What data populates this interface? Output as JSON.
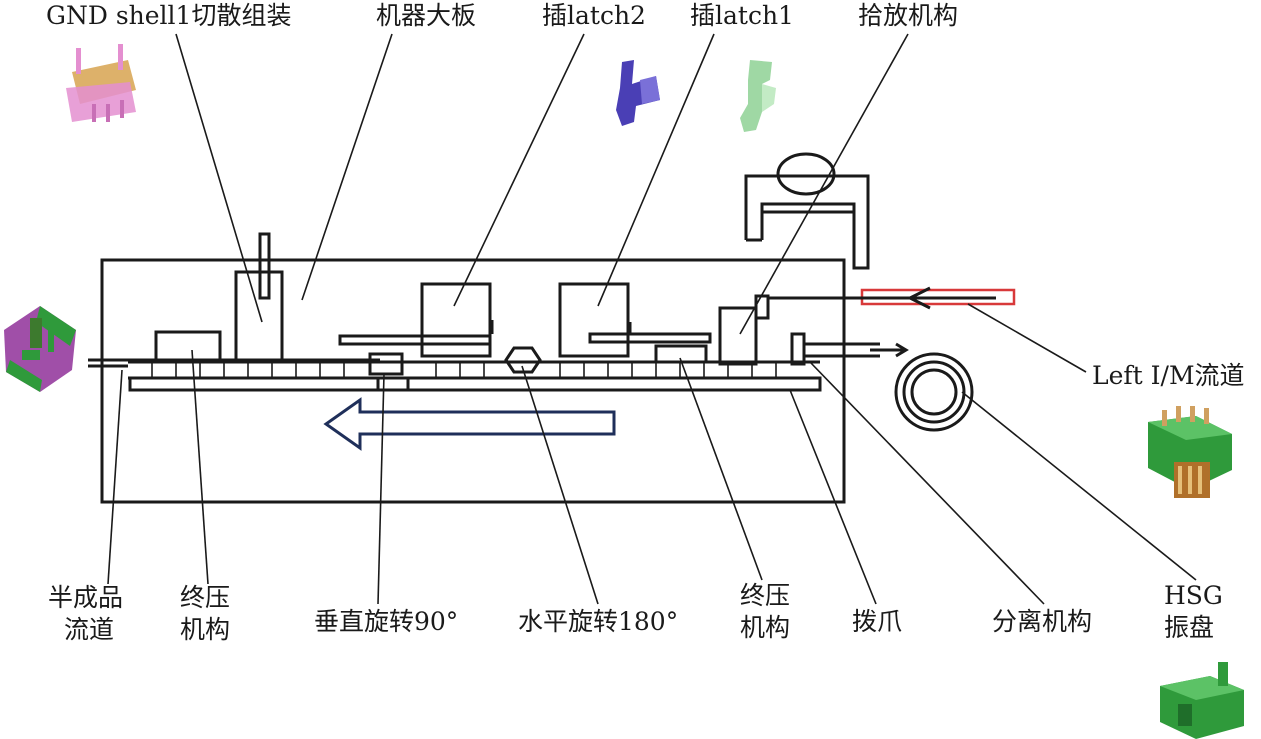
{
  "labels": {
    "gnd_shell": "GND shell1切散组装",
    "main_board": "机器大板",
    "insert_latch2": "插latch2",
    "insert_latch1": "插latch1",
    "pick_place": "拾放机构",
    "left_im_track": "Left I/M流道",
    "semi_product_track_1": "半成品",
    "semi_product_track_2": "流道",
    "final_press_left_1": "终压",
    "final_press_left_2": "机构",
    "vertical_rotate": "垂直旋转90°",
    "horizontal_rotate": "水平旋转180°",
    "final_press_right_1": "终压",
    "final_press_right_2": "机构",
    "pusher_claw": "拨爪",
    "separation": "分离机构",
    "hsg_1": "HSG",
    "hsg_2": "振盘"
  },
  "colors": {
    "line": "#1a1a1a",
    "flow_arrow": "#1f2f5a",
    "input_track": "#d8393a",
    "part_pink": "#e48fd0",
    "part_yellow": "#d9a85a",
    "part_blue": "#4a3fb5",
    "part_lightgreen": "#9fd8a4",
    "part_green": "#2f9a3b",
    "part_purple": "#a04fa8"
  },
  "icons": [
    "gnd-shell-part-icon",
    "latch2-part-icon",
    "latch1-part-icon",
    "semi-product-part-icon",
    "hsg-connector-icon",
    "hsg-part-icon"
  ]
}
